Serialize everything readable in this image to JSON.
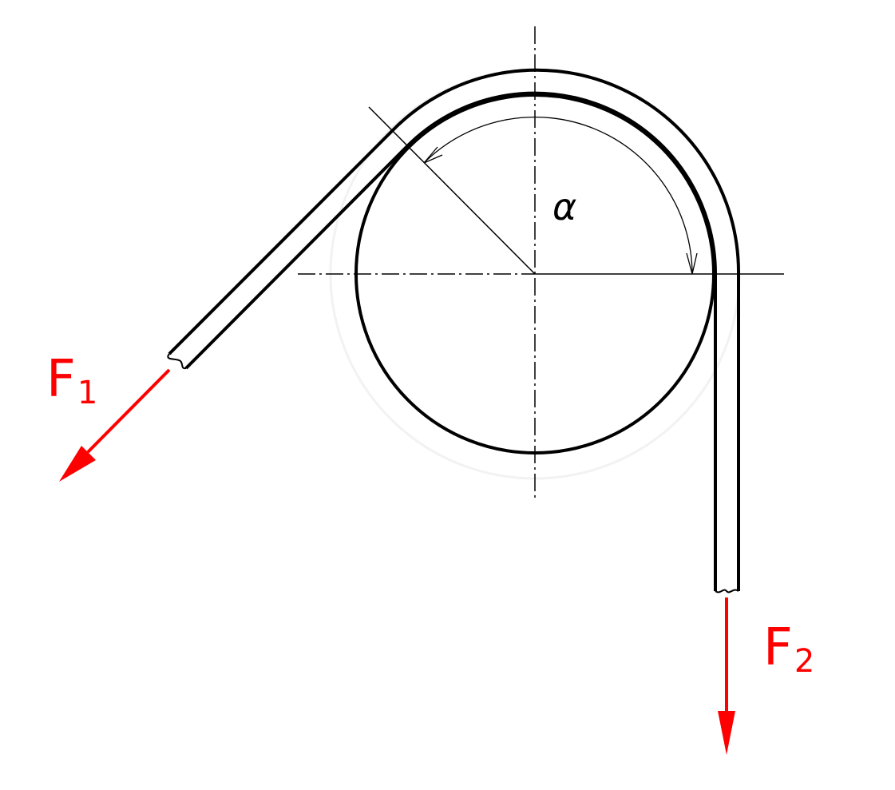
{
  "diagram": {
    "labels": {
      "force1": "F",
      "force1_sub": "1",
      "force2": "F",
      "force2_sub": "2",
      "angle": "α"
    },
    "colors": {
      "force": "#ff0000",
      "lines": "#000000"
    }
  }
}
